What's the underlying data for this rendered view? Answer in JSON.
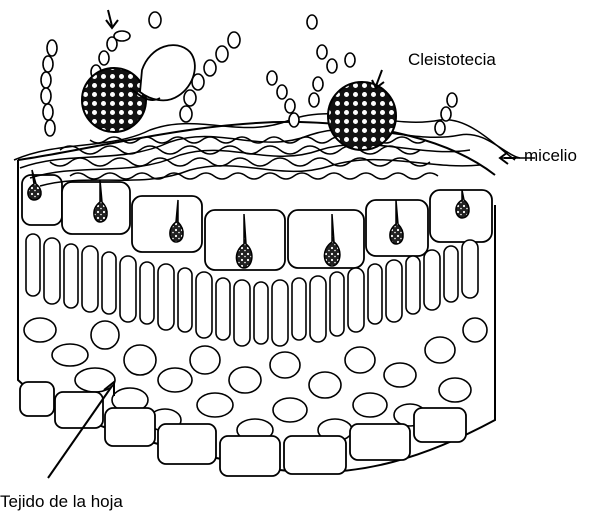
{
  "diagram": {
    "labels": {
      "cleistotecia": "Cleistotecia",
      "micelio": "micelio",
      "tejido": "Tejido de la hoja"
    },
    "colors": {
      "ink": "#000000",
      "paper": "#ffffff"
    }
  }
}
